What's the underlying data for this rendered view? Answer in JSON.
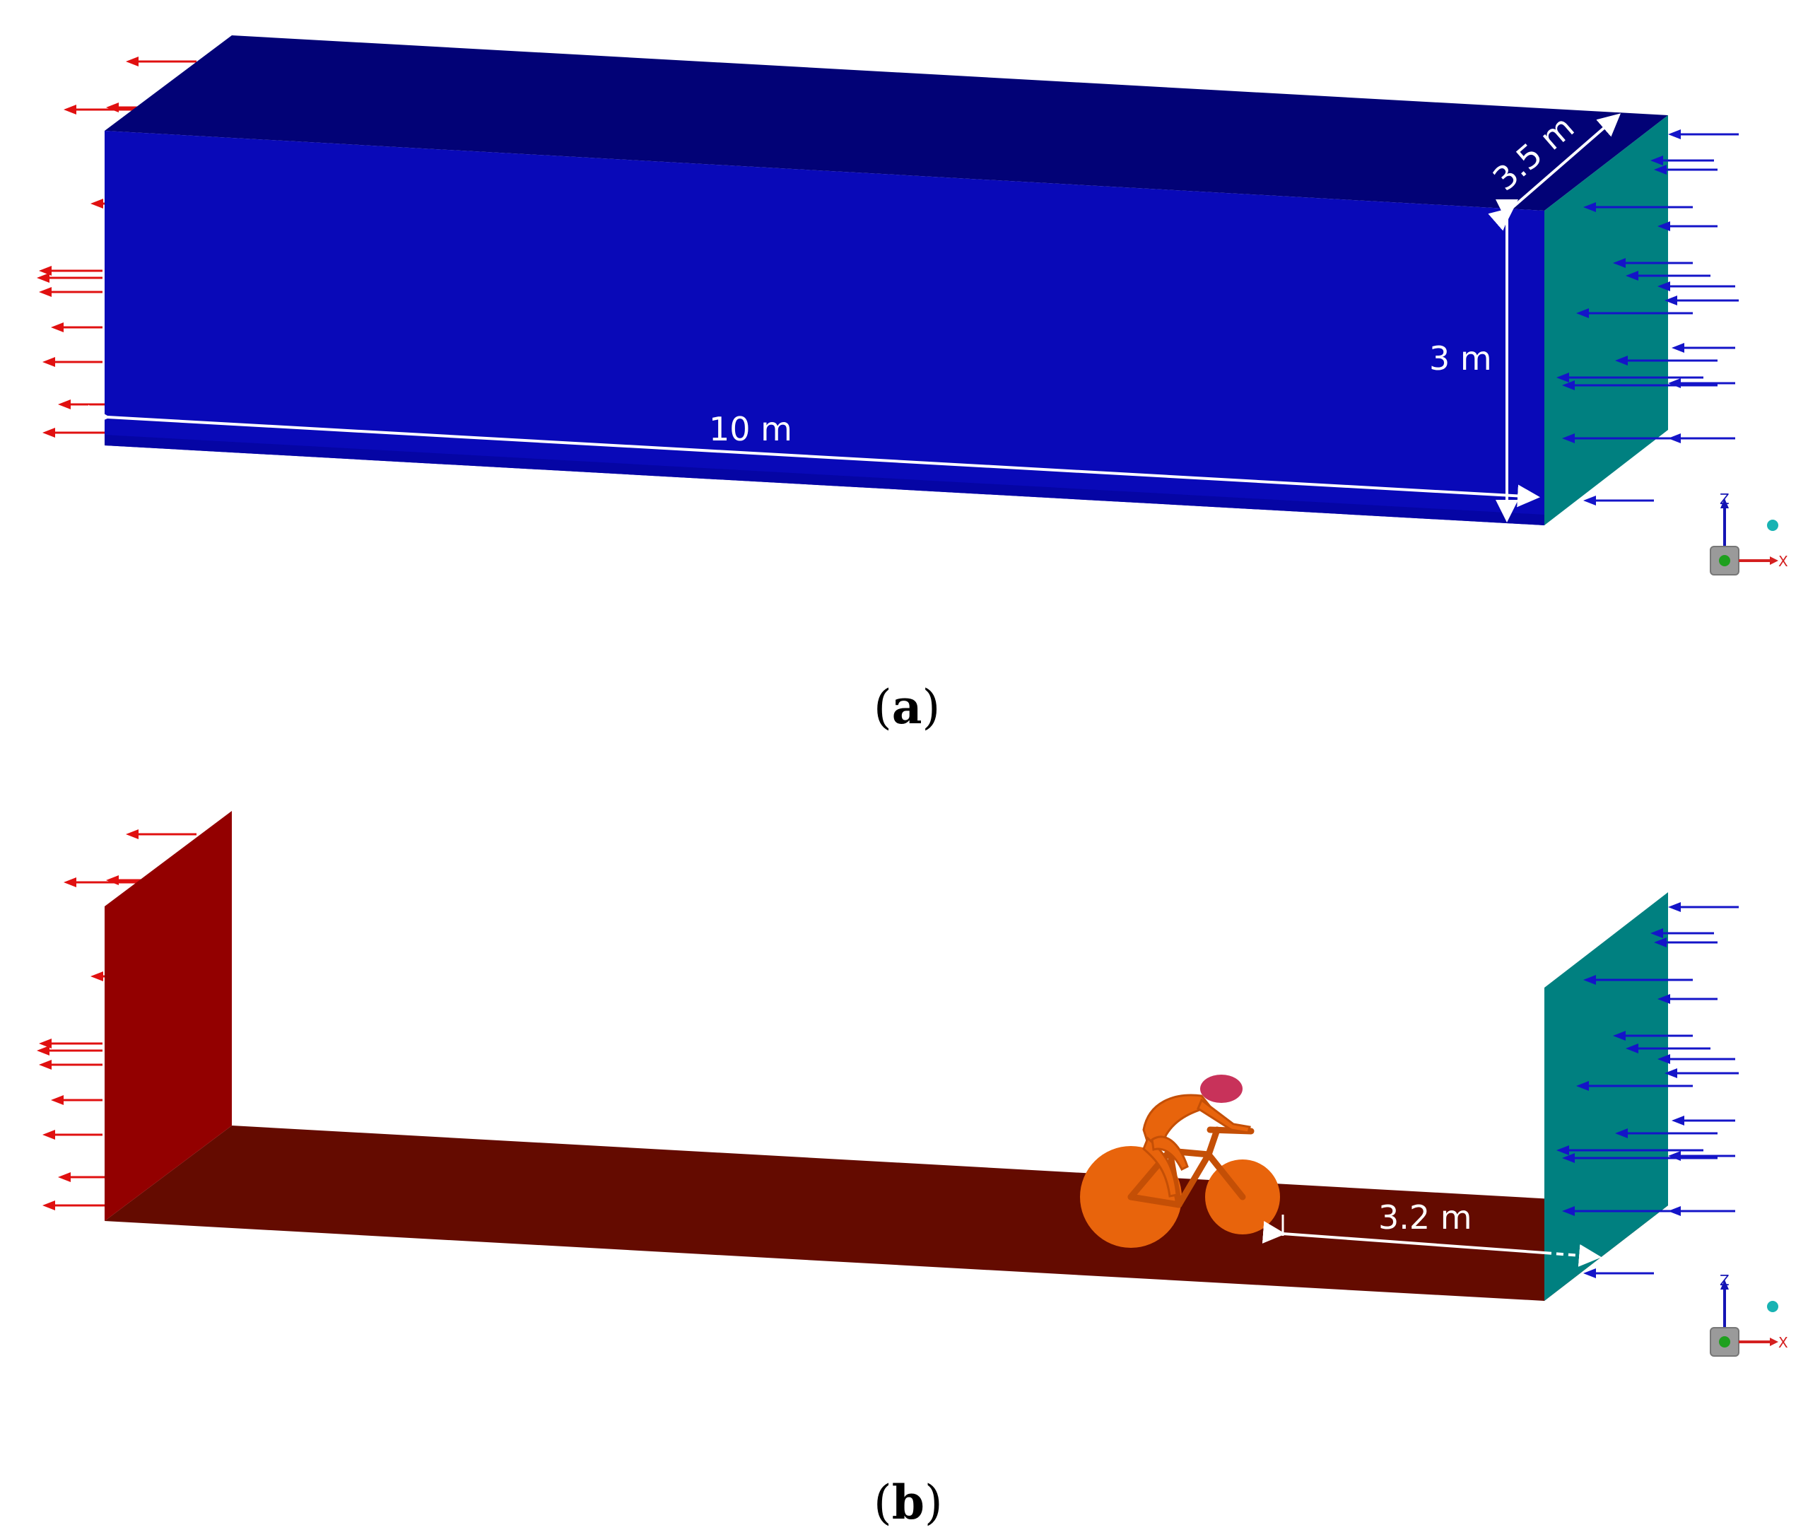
{
  "panels": [
    {
      "id": "a",
      "caption_open": "(",
      "caption_letter": "a",
      "caption_close": ")",
      "dimensions": {
        "length": "10 m",
        "height": "3 m",
        "width": "3.5 m"
      }
    },
    {
      "id": "b",
      "caption_open": "(",
      "caption_letter": "b",
      "caption_close": ")",
      "dimensions": {
        "distance": "3.2 m"
      }
    }
  ],
  "axis_triad": {
    "z_label": "Z",
    "x_label": "X"
  },
  "colors": {
    "domain_front": "#0909b8",
    "domain_top": "#020276",
    "domain_bottom_edge": "#0505a0",
    "inlet_face": "#008080",
    "outlet_face": "#930000",
    "floor": "#640b00",
    "cyclist": "#e8640c",
    "helmet": "#c8325a",
    "inflow_arrows": "#1414c8",
    "outflow_arrows": "#e01010",
    "dimension_lines": "#ffffff"
  }
}
